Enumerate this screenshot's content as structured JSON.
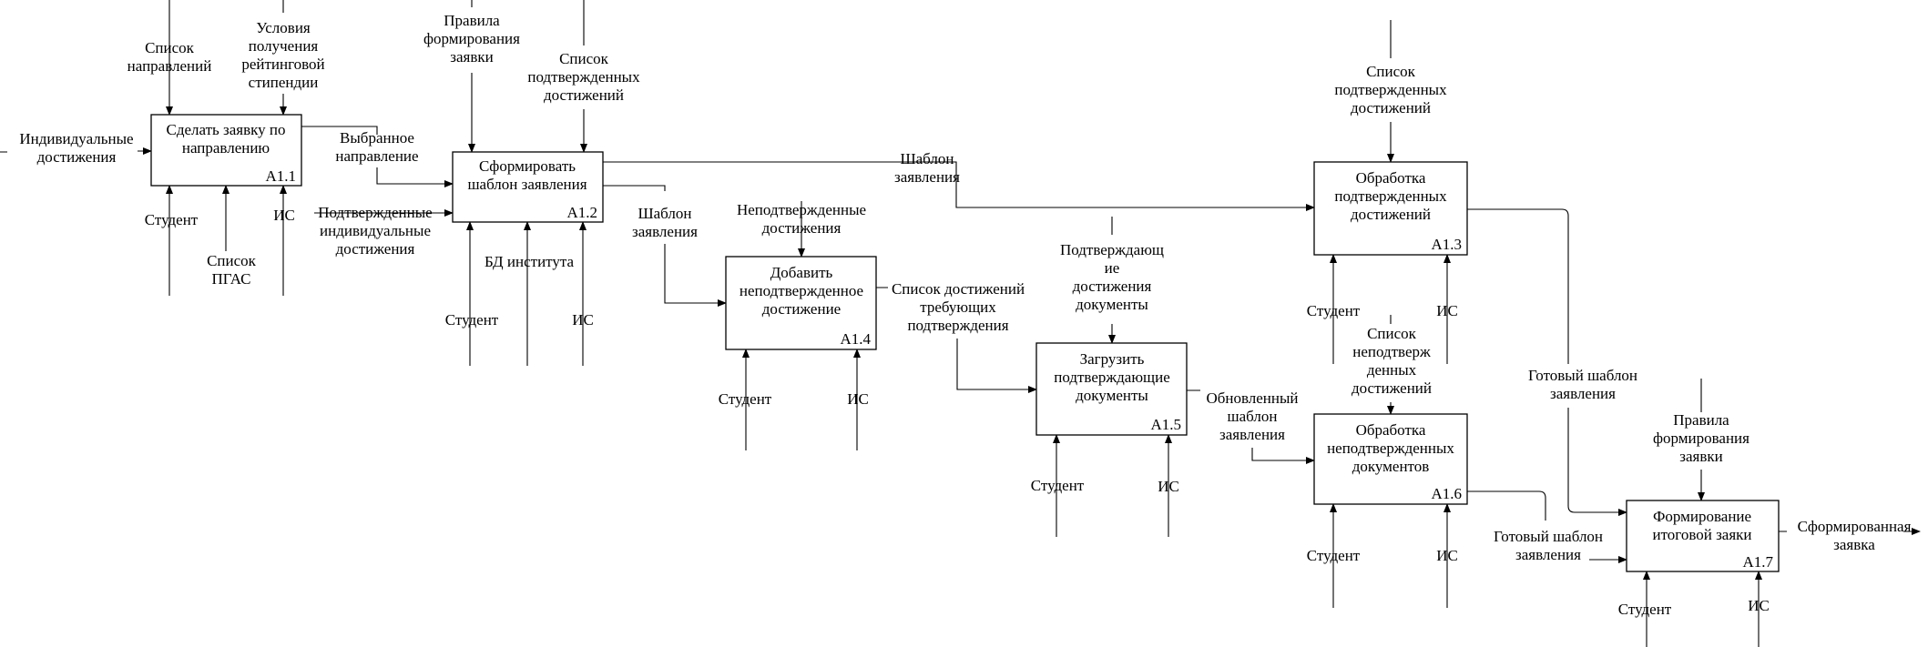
{
  "blocks": [
    {
      "id": "a11",
      "title": [
        "Сделать заявку по",
        "направлению"
      ],
      "code": "A1.1"
    },
    {
      "id": "a12",
      "title": [
        "Сформировать",
        "шаблон заявления"
      ],
      "code": "A1.2"
    },
    {
      "id": "a14",
      "title": [
        "Добавить",
        "неподтвержденное",
        "достижение"
      ],
      "code": "A1.4"
    },
    {
      "id": "a15",
      "title": [
        "Загрузить",
        "подтверждающие",
        "документы"
      ],
      "code": "A1.5"
    },
    {
      "id": "a13",
      "title": [
        "Обработка",
        "подтвержденных",
        "достижений"
      ],
      "code": "A1.3"
    },
    {
      "id": "a16",
      "title": [
        "Обработка",
        "неподтвержденных",
        "документов"
      ],
      "code": "A1.6"
    },
    {
      "id": "a17",
      "title": [
        "Формирование",
        "итоговой заяки"
      ],
      "code": "A1.7"
    }
  ],
  "labels": [
    {
      "id": "list-directions",
      "lines": [
        "Список",
        "направлений"
      ]
    },
    {
      "id": "rating-conditions",
      "lines": [
        "Условия",
        "получения",
        "рейтинговой",
        "стипендии"
      ]
    },
    {
      "id": "individual-achievements",
      "lines": [
        "Индивидуальные",
        "достижения"
      ]
    },
    {
      "id": "chosen-direction",
      "lines": [
        "Выбранное",
        "направление"
      ]
    },
    {
      "id": "student-a11",
      "lines": [
        "Студент"
      ]
    },
    {
      "id": "pgas-list",
      "lines": [
        "Список",
        "ПГАС"
      ]
    },
    {
      "id": "is-a11",
      "lines": [
        "ИС"
      ]
    },
    {
      "id": "confirmed-individual",
      "lines": [
        "Подтвержденные",
        "индивидуальные",
        "достижения"
      ]
    },
    {
      "id": "forming-rules-a12",
      "lines": [
        "Правила",
        "формирования",
        "заявки"
      ]
    },
    {
      "id": "confirmed-list-a12",
      "lines": [
        "Список",
        "подтвержденных",
        "достижений"
      ]
    },
    {
      "id": "institute-db",
      "lines": [
        "БД института"
      ]
    },
    {
      "id": "student-a12",
      "lines": [
        "Студент"
      ]
    },
    {
      "id": "is-a12",
      "lines": [
        "ИС"
      ]
    },
    {
      "id": "template-a12-a13",
      "lines": [
        "Шаблон",
        "заявления"
      ]
    },
    {
      "id": "template-a12-a14",
      "lines": [
        "Шаблон",
        "заявления"
      ]
    },
    {
      "id": "unconfirmed-achievements",
      "lines": [
        "Неподтвержденные",
        "достижения"
      ]
    },
    {
      "id": "student-a14",
      "lines": [
        "Студент"
      ]
    },
    {
      "id": "is-a14",
      "lines": [
        "ИС"
      ]
    },
    {
      "id": "list-requiring-confirmation",
      "lines": [
        "Список достижений",
        "требующих",
        "подтверждения"
      ]
    },
    {
      "id": "confirming-docs",
      "lines": [
        "Подтверждающ",
        "ие",
        "достижения",
        "документы"
      ]
    },
    {
      "id": "student-a15",
      "lines": [
        "Студент"
      ]
    },
    {
      "id": "is-a15",
      "lines": [
        "ИС"
      ]
    },
    {
      "id": "updated-template",
      "lines": [
        "Обновленный",
        "шаблон",
        "заявления"
      ]
    },
    {
      "id": "confirmed-list-a13",
      "lines": [
        "Список",
        "подтвержденных",
        "достижений"
      ]
    },
    {
      "id": "student-a13",
      "lines": [
        "Студент"
      ]
    },
    {
      "id": "is-a13",
      "lines": [
        "ИС"
      ]
    },
    {
      "id": "unconfirmed-list-a16",
      "lines": [
        "Список",
        "неподтверж",
        "денных",
        "достижений"
      ]
    },
    {
      "id": "student-a16",
      "lines": [
        "Студент"
      ]
    },
    {
      "id": "is-a16",
      "lines": [
        "ИС"
      ]
    },
    {
      "id": "ready-template-a13",
      "lines": [
        "Готовый шаблон",
        "заявления"
      ]
    },
    {
      "id": "ready-template-a16",
      "lines": [
        "Готовый шаблон",
        "заявления"
      ]
    },
    {
      "id": "forming-rules-a17",
      "lines": [
        "Правила",
        "формирования",
        "заявки"
      ]
    },
    {
      "id": "student-a17",
      "lines": [
        "Студент"
      ]
    },
    {
      "id": "is-a17",
      "lines": [
        "ИС"
      ]
    },
    {
      "id": "formed-request",
      "lines": [
        "Сформированная",
        "заявка"
      ]
    }
  ]
}
